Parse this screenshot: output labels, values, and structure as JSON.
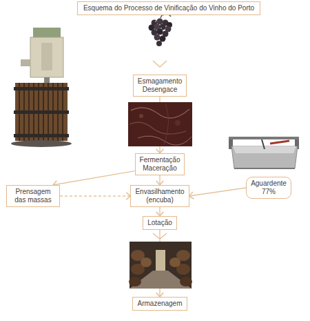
{
  "diagram": {
    "title": "Esquema do Processo de Vinificação do Vinho do Porto",
    "nodes": [
      {
        "text": [
          "Esmagamento Desengace"
        ]
      },
      {
        "text": [
          "Fermentação Maceração"
        ]
      },
      {
        "text": [
          "Prensagem das massas"
        ]
      },
      {
        "text": [
          "Envasilhamento (encuba)"
        ]
      },
      {
        "text": [
          "Aguardente 77%"
        ]
      },
      {
        "text": [
          "Lotação"
        ]
      },
      {
        "text": [
          "Armazenagem"
        ]
      }
    ],
    "edges": [
      {
        "from": 0,
        "to": 1,
        "arrow": "to"
      },
      {
        "from": 1,
        "to": 2,
        "arrow": "to"
      },
      {
        "from": 1,
        "to": 3,
        "arrow": "to"
      },
      {
        "from": 2,
        "to": 3,
        "arrow": "to"
      },
      {
        "from": 4,
        "to": 3,
        "arrow": "to"
      },
      {
        "from": 3,
        "to": 5,
        "arrow": "to"
      },
      {
        "from": 5,
        "to": 6,
        "arrow": "to"
      }
    ]
  }
}
